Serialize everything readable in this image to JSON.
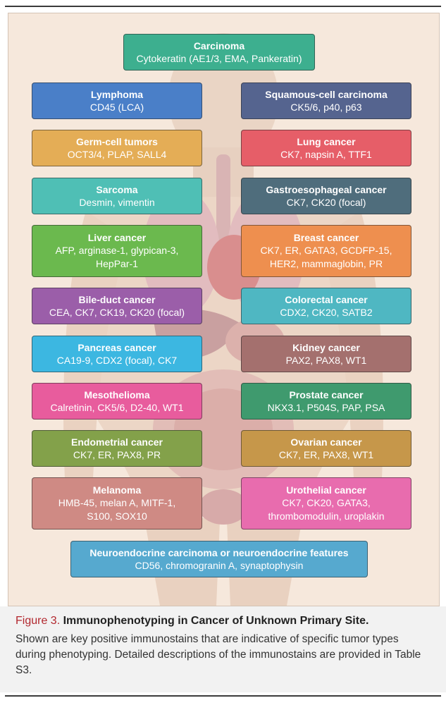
{
  "colors": {
    "background": "#f6e8dc",
    "caption_label": "#b2282f"
  },
  "boxes": {
    "carcinoma": {
      "title": "Carcinoma",
      "markers": "Cytokeratin (AE1/3, EMA, Pankeratin)",
      "color": "#3daf8f"
    },
    "lymphoma": {
      "title": "Lymphoma",
      "markers": "CD45 (LCA)",
      "color": "#4a7fc8"
    },
    "squamous": {
      "title": "Squamous-cell carcinoma",
      "markers": "CK5/6, p40, p63",
      "color": "#55648f"
    },
    "germcell": {
      "title": "Germ-cell tumors",
      "markers": "OCT3/4, PLAP, SALL4",
      "color": "#e4ad56"
    },
    "lung": {
      "title": "Lung cancer",
      "markers": "CK7, napsin A, TTF1",
      "color": "#e65e68"
    },
    "sarcoma": {
      "title": "Sarcoma",
      "markers": "Desmin, vimentin",
      "color": "#4fbfb5"
    },
    "gastro": {
      "title": "Gastroesophageal cancer",
      "markers": "CK7, CK20 (focal)",
      "color": "#4f6d7c"
    },
    "liver": {
      "title": "Liver cancer",
      "markers": [
        "AFP, arginase-1, glypican-3,",
        "HepPar-1"
      ],
      "color": "#6bb94e"
    },
    "breast": {
      "title": "Breast cancer",
      "markers": [
        "CK7, ER, GATA3, GCDFP-15,",
        "HER2, mammaglobin, PR"
      ],
      "color": "#ee8f4f"
    },
    "bile": {
      "title": "Bile-duct cancer",
      "markers": "CEA, CK7, CK19, CK20 (focal)",
      "color": "#9b5ea9"
    },
    "colorectal": {
      "title": "Colorectal cancer",
      "markers": "CDX2, CK20, SATB2",
      "color": "#4fb7c2"
    },
    "pancreas": {
      "title": "Pancreas cancer",
      "markers": "CA19-9, CDX2 (focal), CK7",
      "color": "#3cb7e1"
    },
    "kidney": {
      "title": "Kidney cancer",
      "markers": "PAX2, PAX8, WT1",
      "color": "#a4706e"
    },
    "meso": {
      "title": "Mesothelioma",
      "markers": "Calretinin, CK5/6, D2-40, WT1",
      "color": "#e85c9d"
    },
    "prostate": {
      "title": "Prostate cancer",
      "markers": "NKX3.1, P504S, PAP, PSA",
      "color": "#3f9a6e"
    },
    "endometrial": {
      "title": "Endometrial cancer",
      "markers": "CK7, ER, PAX8, PR",
      "color": "#83a14a"
    },
    "ovarian": {
      "title": "Ovarian cancer",
      "markers": "CK7, ER, PAX8, WT1",
      "color": "#c6974a"
    },
    "melanoma": {
      "title": "Melanoma",
      "markers": [
        "HMB-45, melan A, MITF-1,",
        "S100, SOX10"
      ],
      "color": "#cf8a84"
    },
    "urothelial": {
      "title": "Urothelial cancer",
      "markers": [
        "CK7, CK20, GATA3,",
        "thrombomodulin, uroplakin"
      ],
      "color": "#e86cae"
    },
    "neuro": {
      "title": "Neuroendocrine carcinoma or neuroendocrine features",
      "markers": "CD56, chromogranin A, synaptophysin",
      "color": "#56a9cf"
    }
  },
  "caption": {
    "label": "Figure 3.",
    "title": "Immunophenotyping in Cancer of Unknown Primary Site.",
    "text": "Shown are key positive immunostains that are indicative of specific tumor types during phenotyping. Detailed descriptions of the immunostains are provided in Table S3."
  }
}
